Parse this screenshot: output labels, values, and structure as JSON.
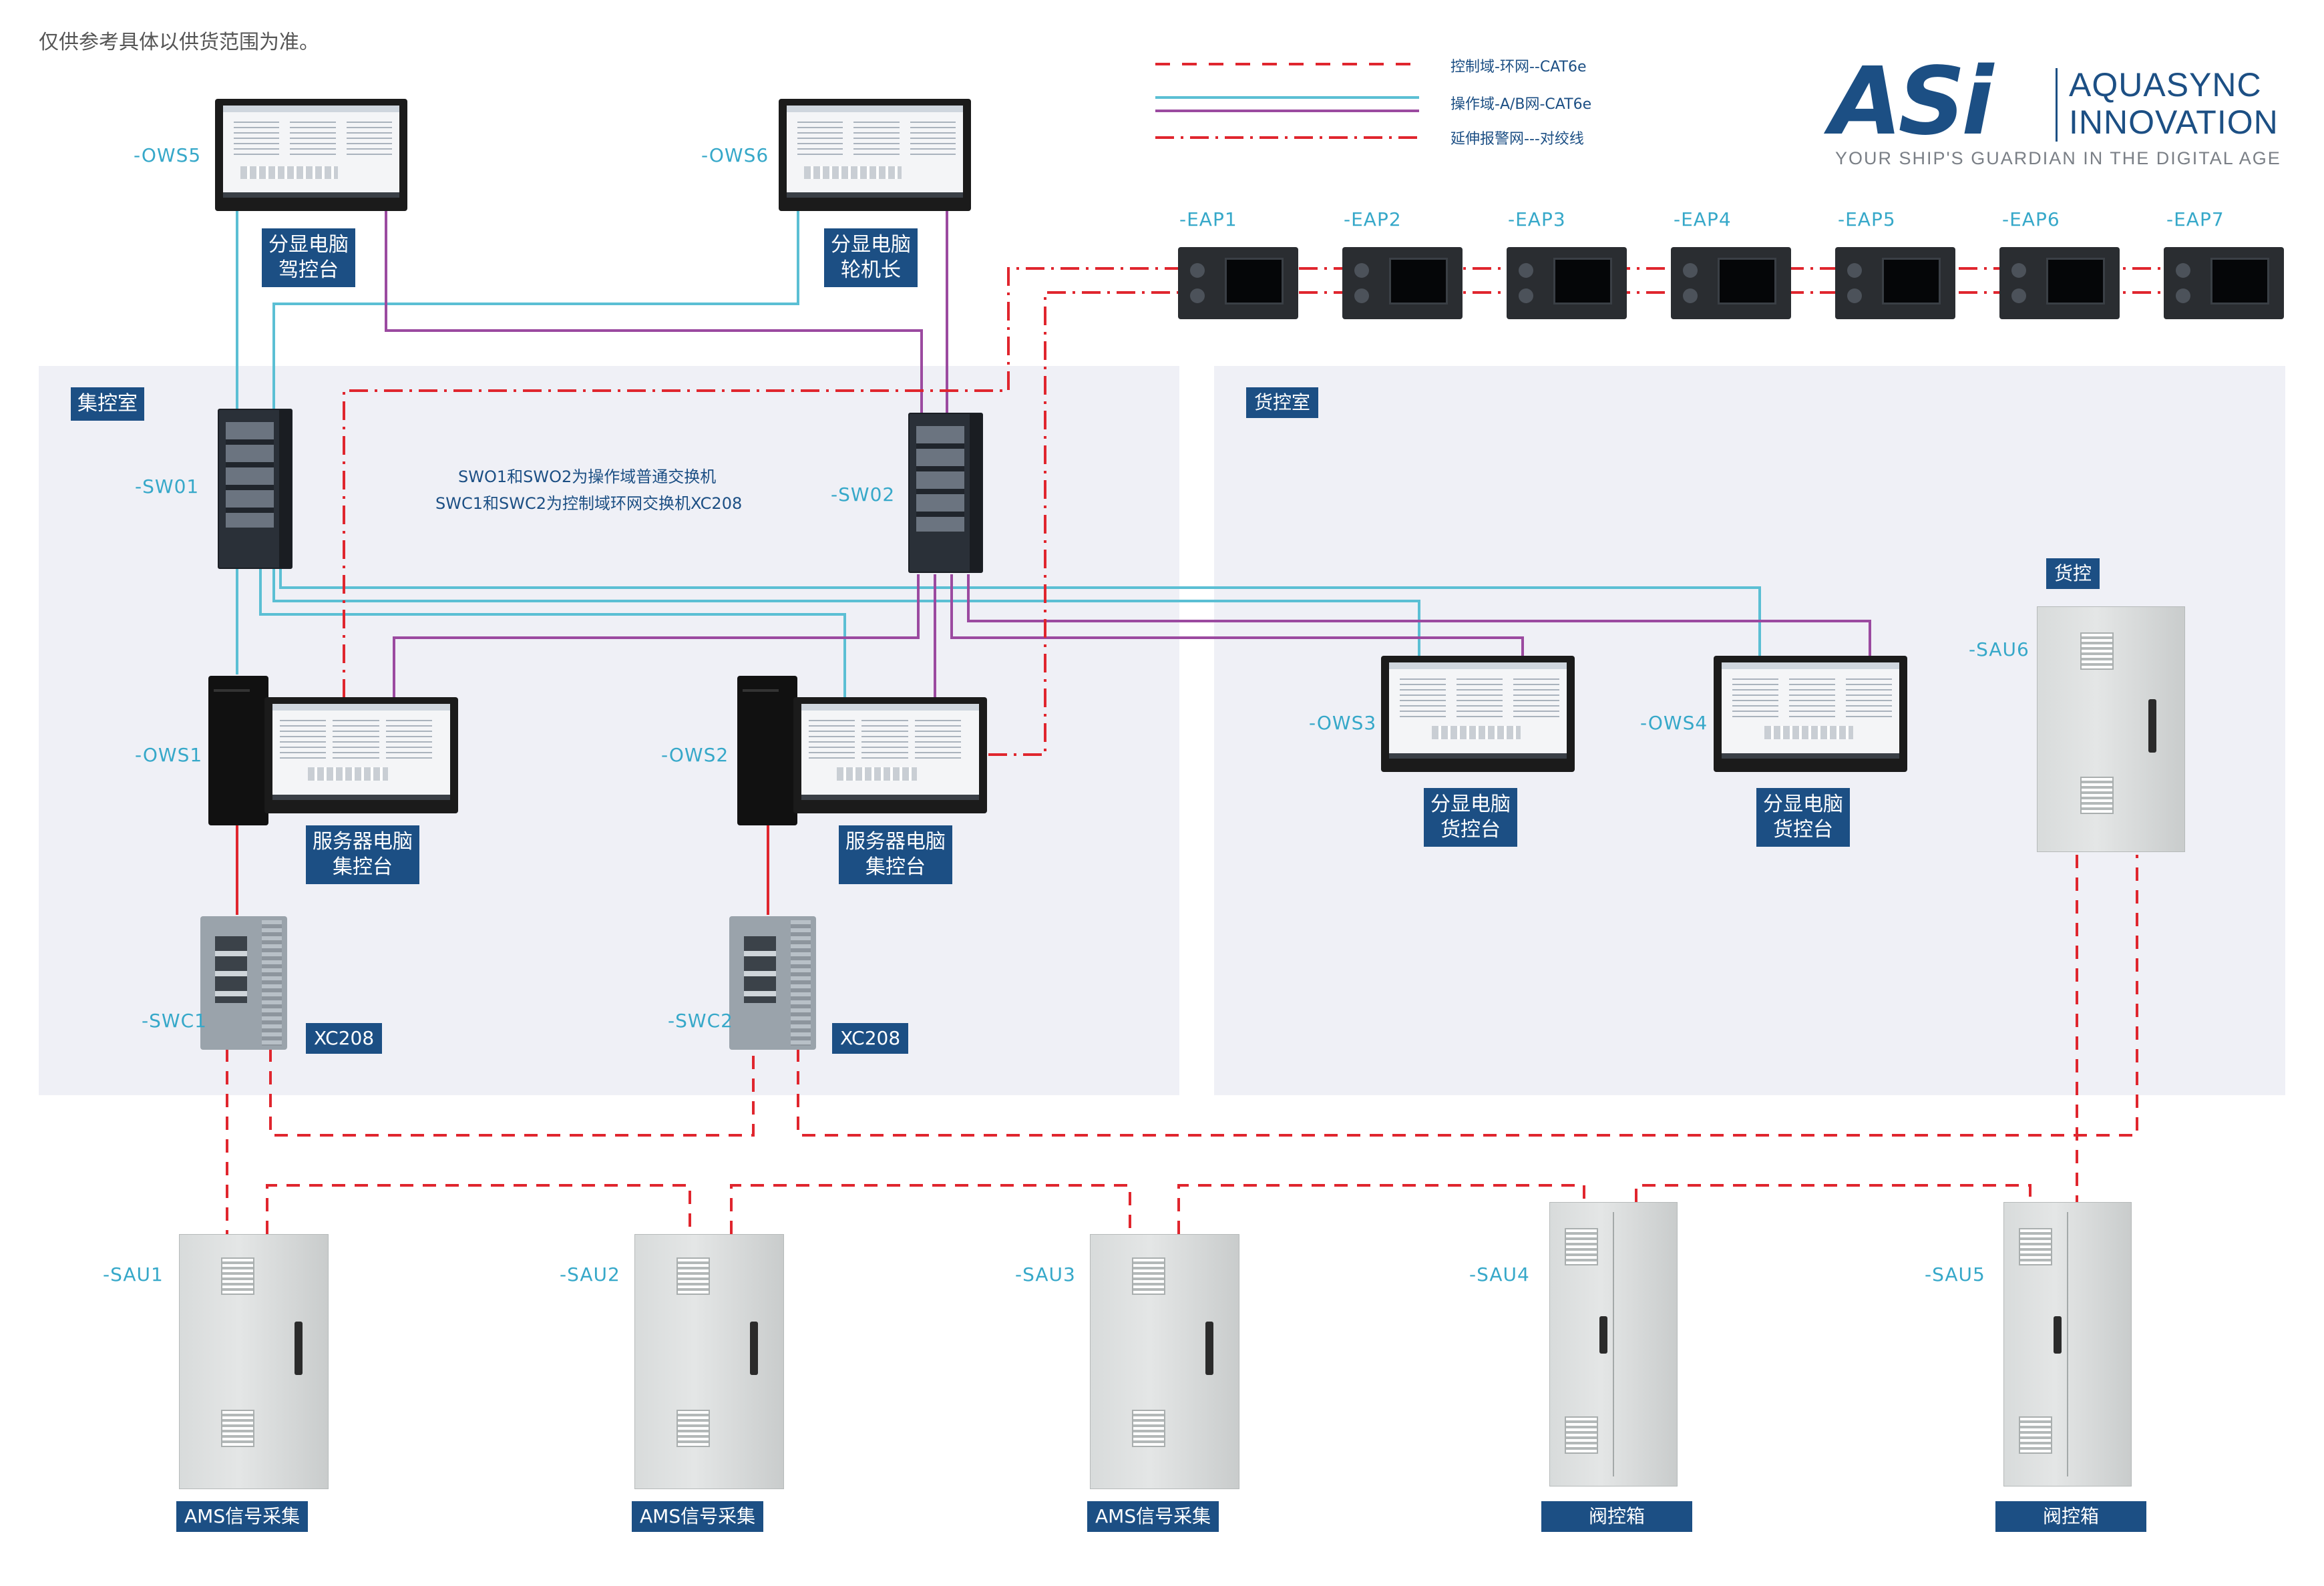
{
  "disclaimer": "仅供参考具体以供货范围为准。",
  "legend": [
    {
      "label": "控制域-环网--CAT6e",
      "style": "dashed",
      "color": "#e0262e"
    },
    {
      "label": "操作域-A/B网-CAT6e",
      "style": "solid",
      "color": "#5bbfd4"
    },
    {
      "label": "延伸报警网---对绞线",
      "style": "dashdot",
      "color": "#e0262e"
    }
  ],
  "logo": {
    "mark": "ASi",
    "name_line1": "AQUASYNC",
    "name_line2": "INNOVATION",
    "tagline": "YOUR SHIP'S GUARDIAN IN THE DIGITAL AGE"
  },
  "zones": {
    "engine_room": "集控室",
    "cargo_room": "货控室"
  },
  "notes": {
    "line1": "SWO1和SWO2为操作域普通交换机",
    "line2": "SWC1和SWC2为控制域环网交换机XC208"
  },
  "devices": {
    "ows5": {
      "id": "-OWS5",
      "caption": "分显电脑\n驾控台"
    },
    "ows6": {
      "id": "-OWS6",
      "caption": "分显电脑\n轮机长"
    },
    "sw01": {
      "id": "-SW01"
    },
    "sw02": {
      "id": "-SW02"
    },
    "ows1": {
      "id": "-OWS1",
      "caption": "服务器电脑\n集控台"
    },
    "ows2": {
      "id": "-OWS2",
      "caption": "服务器电脑\n集控台"
    },
    "ows3": {
      "id": "-OWS3",
      "caption": "分显电脑\n货控台"
    },
    "ows4": {
      "id": "-OWS4",
      "caption": "分显电脑\n货控台"
    },
    "swc1": {
      "id": "-SWC1",
      "model": "XC208"
    },
    "swc2": {
      "id": "-SWC2",
      "model": "XC208"
    },
    "sau6": {
      "id": "-SAU6",
      "caption": "货控"
    },
    "sau1": {
      "id": "-SAU1",
      "caption": "AMS信号采集"
    },
    "sau2": {
      "id": "-SAU2",
      "caption": "AMS信号采集"
    },
    "sau3": {
      "id": "-SAU3",
      "caption": "AMS信号采集"
    },
    "sau4": {
      "id": "-SAU4",
      "caption": "阀控箱"
    },
    "sau5": {
      "id": "-SAU5",
      "caption": "阀控箱"
    }
  },
  "eaps": [
    "-EAP1",
    "-EAP2",
    "-EAP3",
    "-EAP4",
    "-EAP5",
    "-EAP6",
    "-EAP7"
  ],
  "colors": {
    "control_ring": "#e0262e",
    "operation_net": "#5bbfd4",
    "operation_net_b": "#9b4aa0",
    "label_blue": "#36a8c9",
    "tag_bg": "#1c4f84",
    "zone_bg": "#eff0f6"
  }
}
